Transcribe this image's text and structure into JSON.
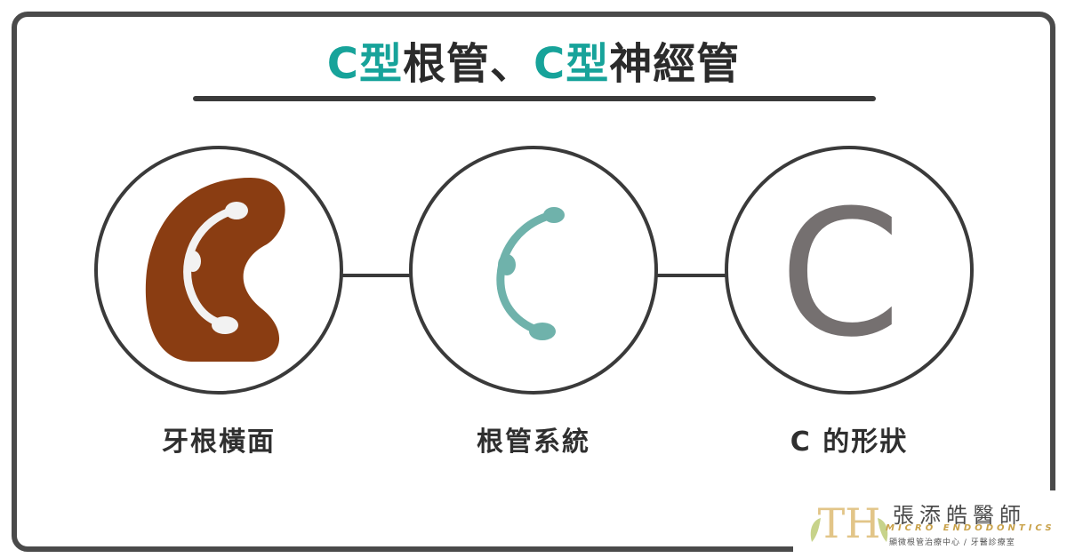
{
  "title": {
    "part1_accent": "C型",
    "part2": "根管、",
    "part3_accent": "C型",
    "part4": "神經管"
  },
  "steps": [
    {
      "label": "牙根橫面",
      "icon": "tooth-cross-section-icon"
    },
    {
      "label": "根管系統",
      "icon": "c-shaped-canal-icon"
    },
    {
      "label": "C 的形狀",
      "icon": "letter-c-icon"
    }
  ],
  "letter_c": "C",
  "logo": {
    "mark": "TH",
    "name": "張添皓醫師",
    "subtitle": "MICRO ENDODONTICS",
    "subtitle2": "顯微根管治療中心 / 牙醫診療室"
  },
  "colors": {
    "accent": "#17a39a",
    "tooth": "#8a3d12",
    "canal": "#6fb2ab",
    "letter": "#757070",
    "logo_gold": "#c9a24a"
  }
}
